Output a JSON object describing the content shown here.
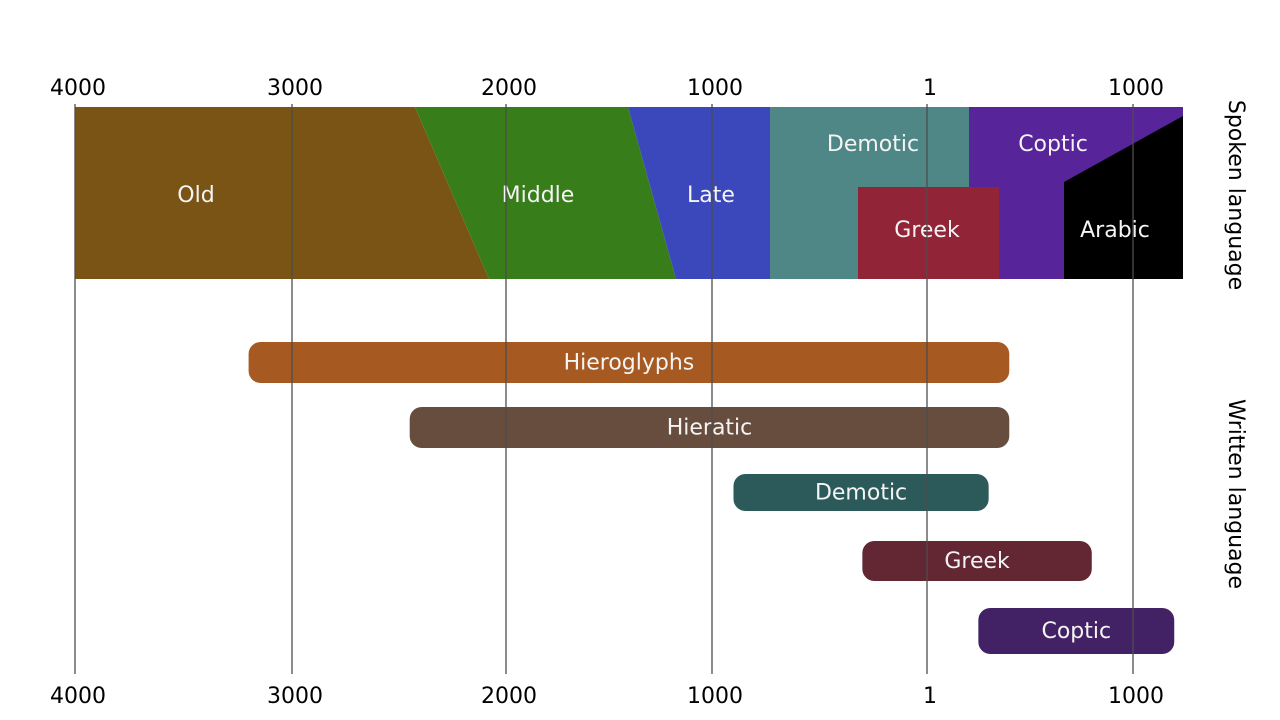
{
  "axis": {
    "ticks": [
      {
        "label": "4000",
        "value": -4000
      },
      {
        "label": "3000",
        "value": -3000
      },
      {
        "label": "2000",
        "value": -2000
      },
      {
        "label": "1000",
        "value": -1000
      },
      {
        "label": "1",
        "value": 1
      },
      {
        "label": "1000",
        "value": 1000
      }
    ]
  },
  "spoken": {
    "title": "Spoken language",
    "eras": [
      {
        "label": "Old",
        "color": "#7a5414"
      },
      {
        "label": "Middle",
        "color": "#377d19"
      },
      {
        "label": "Late",
        "color": "#3b48bc"
      },
      {
        "label": "Demotic",
        "color": "#4f8786"
      },
      {
        "label": "Coptic",
        "color": "#57249a"
      },
      {
        "label": "Greek",
        "color": "#922437"
      },
      {
        "label": "Arabic",
        "color": "#000000"
      }
    ]
  },
  "written": {
    "title": "Written language",
    "scripts": [
      {
        "label": "Hieroglyphs",
        "start": -3200,
        "end": 400,
        "color": "#a65a22"
      },
      {
        "label": "Hieratic",
        "start": -2450,
        "end": 400,
        "color": "#664d3e"
      },
      {
        "label": "Demotic",
        "start": -900,
        "end": 300,
        "color": "#2c5a5b"
      },
      {
        "label": "Greek",
        "start": -300,
        "end": 800,
        "color": "#632633"
      },
      {
        "label": "Coptic",
        "start": 250,
        "end": 1200,
        "color": "#422265"
      }
    ]
  }
}
